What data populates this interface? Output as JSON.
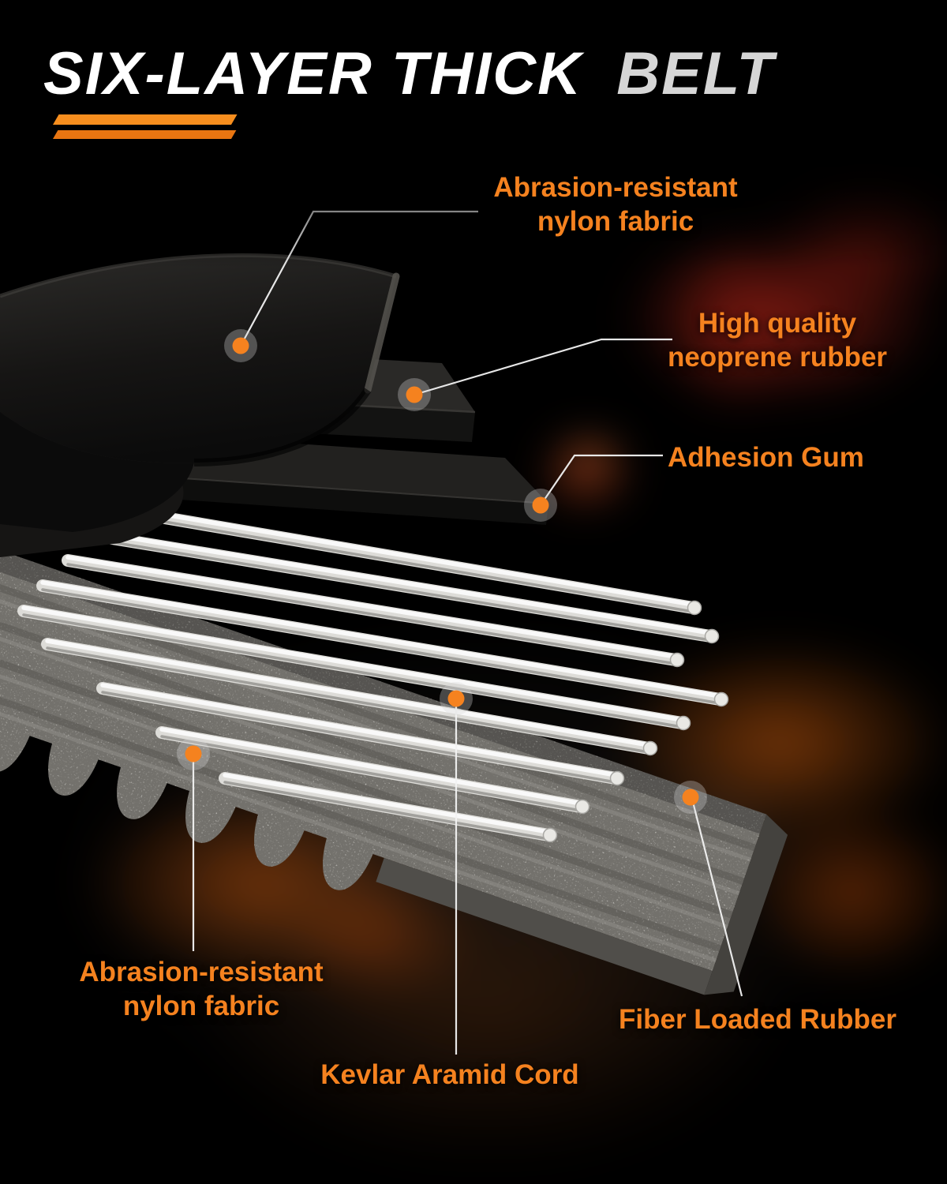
{
  "title": {
    "part1": "SIX-LAYER THICK",
    "part2": "BELT"
  },
  "callouts": {
    "nylon_top": {
      "label": "Abrasion-resistant\nnylon fabric"
    },
    "neoprene": {
      "label": "High quality\nneoprene rubber"
    },
    "adhesion": {
      "label": "Adhesion Gum"
    },
    "nylon_bottom": {
      "label": "Abrasion-resistant\nnylon fabric"
    },
    "kevlar": {
      "label": "Kevlar Aramid Cord"
    },
    "fiber": {
      "label": "Fiber Loaded Rubber"
    }
  },
  "colors": {
    "accent": "#F5821F",
    "bar_top": "#F78E1E",
    "bar_bottom": "#E87511",
    "title_primary": "#FFFFFF",
    "title_secondary": "#D6D6D6",
    "leader_line": "#F2F2F2",
    "background": "#000000"
  }
}
